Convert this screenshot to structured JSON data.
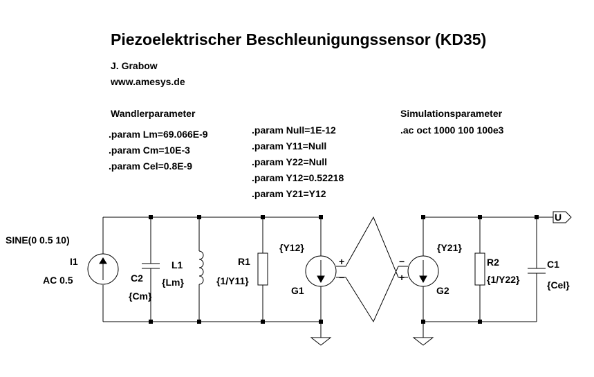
{
  "header": {
    "title": "Piezoelektrischer Beschleunigungssensor (KD35)",
    "author": "J. Grabow",
    "website": "www.amesys.de"
  },
  "transducer": {
    "heading": "Wandlerparameter",
    "lines": [
      ".param Lm=69.066E-9",
      ".param Cm=10E-3",
      ".param Cel=0.8E-9"
    ]
  },
  "params": {
    "lines": [
      ".param Null=1E-12",
      ".param Y11=Null",
      ".param Y22=Null",
      ".param Y12=0.52218",
      ".param Y21=Y12"
    ]
  },
  "simulation": {
    "heading": "Simulationsparameter",
    "lines": [
      ".ac oct 1000 100 100e3"
    ]
  },
  "components": {
    "I1": {
      "name": "I1",
      "value": "AC 0.5",
      "func": "SINE(0 0.5 10)"
    },
    "C2": {
      "name": "C2",
      "value": "{Cm}"
    },
    "L1": {
      "name": "L1",
      "value": "{Lm}"
    },
    "R1": {
      "name": "R1",
      "value": "{1/Y11}"
    },
    "G1": {
      "name": "G1",
      "value": "{Y12}"
    },
    "G2": {
      "name": "G2",
      "value": "{Y21}"
    },
    "R2": {
      "name": "R2",
      "value": "{1/Y22}"
    },
    "C1": {
      "name": "C1",
      "value": "{Cel}"
    }
  },
  "port": {
    "label": "U"
  },
  "polarity": {
    "plus": "+",
    "minus": "−"
  }
}
